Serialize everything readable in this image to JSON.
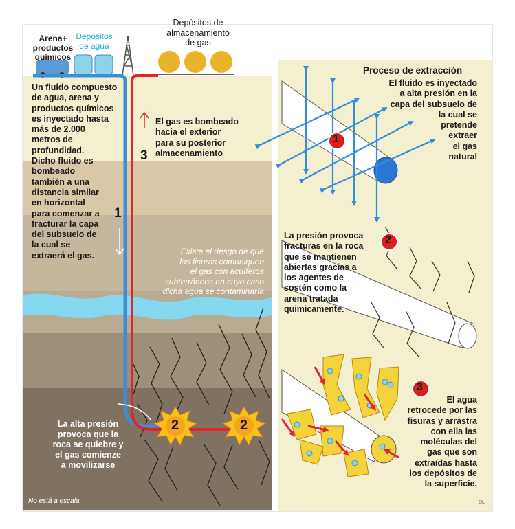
{
  "top_labels": {
    "sand_chemicals": "Arena+\nproductos\nquímicos",
    "water_tanks": "Depósitos\nde agua",
    "gas_storage": "Depósitos de\nalmacenamiento\nde gas"
  },
  "left_panel": {
    "fluid_text": "Un fluido compuesto\nde agua, arena y\nproductos químicos\nes inyectado hasta\nmás de 2.000\nmetros de\nprofundidad.\nDicho fluido es\nbombeado\ntambién a una\ndistancia similar\nen horizontal\npara comenzar a\nfracturar la capa\ndel subsuelo de\nla cual se\nextraerá el gas.",
    "step1": "1",
    "step3": "3",
    "step3_text": "El gas es bombeado\nhacia el exterior\npara su posterior\nalmacenamiento",
    "aquifer_risk": "Existe el riesgo de que\nlas fisuras comuniquen\nel gas con acuíferos\nsubterráneos en cuyo caso\ndicha agua se contaminaría",
    "pressure_text": "La alta presión\nprovoca que la\nroca se quiebre y\nel gas comienze\na movilizarse",
    "burst_number": "2",
    "not_to_scale": "No está a escala"
  },
  "right_panel": {
    "title": "Proceso de extracción",
    "step1_number": "1",
    "step1_text": "El fluido es inyectado\na alta presión en la\ncapa del subsuelo de\nla cual se\npretende\nextraer\nel gas\nnatural",
    "step2_number": "2",
    "step2_text": "La presión provoca\nfracturas en la roca\nque se mantienen\nabiertas gracias a\nlos agentes de\nsostén como la\narena tratada\nquimicamente.",
    "step3_number": "3",
    "step3_text": "El agua\nretrocede por las\nfisuras y arrastra\ncon ella las\nmoléculas del\ngas que son\nextraídas hasta\nlos depósitos de\nla superficie.",
    "credit": "DL"
  },
  "colors": {
    "fluid_pipe": "#3a8fd6",
    "gas_pipe": "#e0262b",
    "step_badge": "#d9201f",
    "aquifer": "#86d8f0",
    "sky_panel": "#f3efcf"
  }
}
